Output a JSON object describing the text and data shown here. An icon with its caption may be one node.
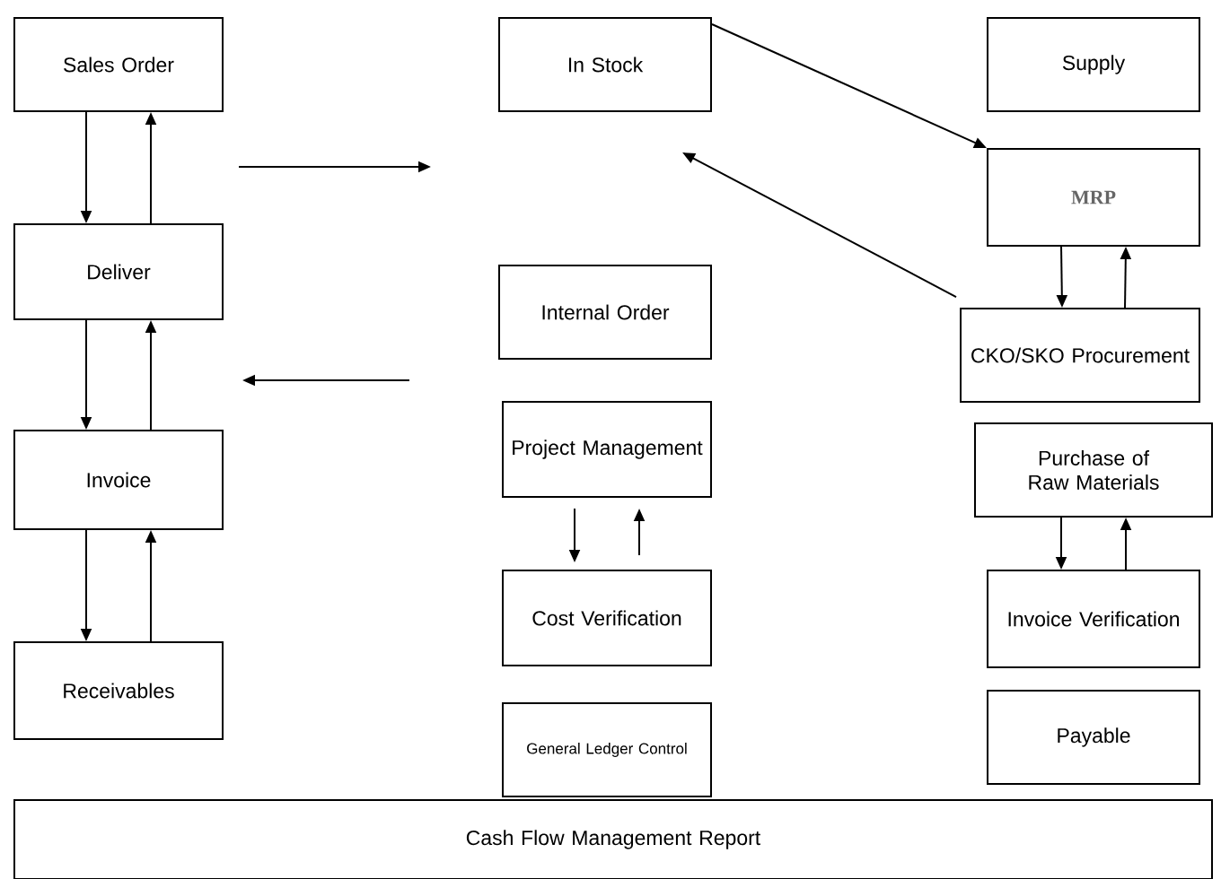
{
  "diagram": {
    "nodes": [
      {
        "text": [
          "Sales Order"
        ]
      },
      {
        "text": [
          "In Stock"
        ]
      },
      {
        "text": [
          "Supply"
        ]
      },
      {
        "text": [
          "Deliver"
        ]
      },
      {
        "text": [
          "MRP"
        ]
      },
      {
        "text": [
          "Internal Order"
        ]
      },
      {
        "text": [
          "CKO/SKO Procurement"
        ]
      },
      {
        "text": [
          "Invoice"
        ]
      },
      {
        "text": [
          "Project Management"
        ]
      },
      {
        "text": [
          "Purchase of Raw Materials"
        ]
      },
      {
        "text": [
          "Receivables"
        ]
      },
      {
        "text": [
          "Cost Verification"
        ]
      },
      {
        "text": [
          "Invoice Verification"
        ]
      },
      {
        "text": [
          "General Ledger Control"
        ]
      },
      {
        "text": [
          "Payable"
        ]
      },
      {
        "text": [
          "Cash Flow Management Report"
        ]
      }
    ],
    "edges": [
      {
        "from": 0,
        "to": 3,
        "arrow": "to"
      },
      {
        "from": 3,
        "to": 0,
        "arrow": "to"
      },
      {
        "from": 3,
        "to": 7,
        "arrow": "to"
      },
      {
        "from": 7,
        "to": 3,
        "arrow": "to"
      },
      {
        "from": 7,
        "to": 10,
        "arrow": "to"
      },
      {
        "from": 10,
        "to": 7,
        "arrow": "to"
      },
      {
        "from": 1,
        "to": 4,
        "arrow": "to"
      },
      {
        "from": 6,
        "to": null,
        "arrow": "to"
      },
      {
        "from": 4,
        "to": 6,
        "arrow": "to"
      },
      {
        "from": 6,
        "to": 4,
        "arrow": "to"
      },
      {
        "from": 8,
        "to": 11,
        "arrow": "to"
      },
      {
        "from": 11,
        "to": 8,
        "arrow": "to"
      },
      {
        "from": 9,
        "to": 12,
        "arrow": "to"
      },
      {
        "from": 12,
        "to": 9,
        "arrow": "to"
      }
    ]
  }
}
